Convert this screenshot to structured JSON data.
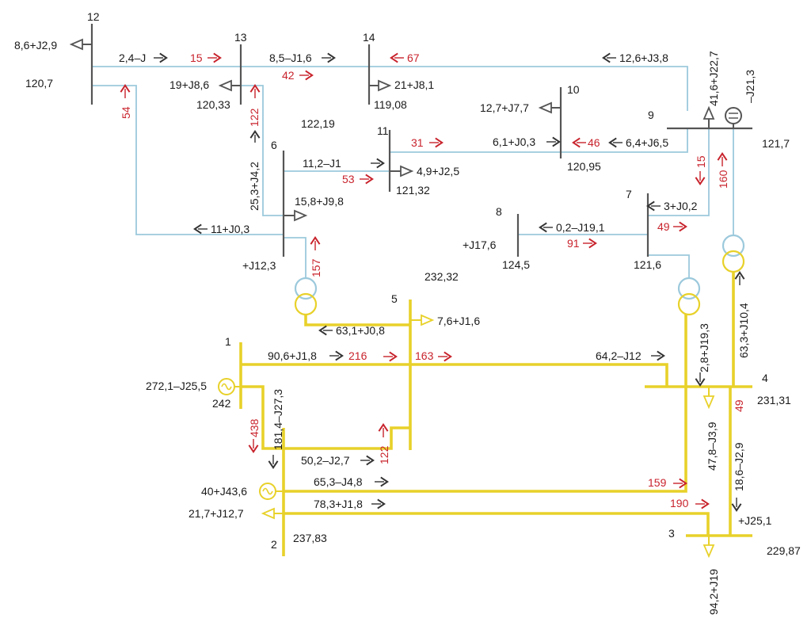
{
  "colors": {
    "hv_line": "#e8d12a",
    "lv_line": "#9cc9dc",
    "bus": "#555555",
    "current_text": "#c8232c",
    "text": "#1a1a1a"
  },
  "nodes": {
    "n1": "1",
    "n2": "2",
    "n3": "3",
    "n4": "4",
    "n5": "5",
    "n6": "6",
    "n7": "7",
    "n8": "8",
    "n9": "9",
    "n10": "10",
    "n11": "11",
    "n12": "12",
    "n13": "13",
    "n14": "14"
  },
  "voltages": {
    "v12": "120,7",
    "v13": "120,33",
    "v14": "119,08",
    "v6": "122,19",
    "v10": "120,95",
    "v9": "121,7",
    "v11": "121,32",
    "v7": "121,6",
    "v8": "124,5",
    "v5": "232,32",
    "v1": "242",
    "v4": "231,31",
    "v2": "237,83",
    "v3": "229,87"
  },
  "flows": {
    "load12": "8,6+J2,9",
    "f12_13": "2,4–J",
    "f13_14": "8,5–J1,6",
    "f9_14": "12,6+J3,8",
    "load13": "19+J8,6",
    "load14": "21+J8,1",
    "load10": "12,7+J7,7",
    "f11_10": "6,1+J0,3",
    "f9_10": "6,4+J6,5",
    "f6_11": "11,2–J1",
    "load11": "4,9+J2,5",
    "load6": "15,8+J9,8",
    "f9_7": "3+J0,2",
    "f6_12": "11+J0,3",
    "f7_8": "0,2–J19,1",
    "gen8": "+J17,6",
    "gen6": "+J12,3",
    "load5": "7,6+J1,6",
    "f5_6": "63,1+J0,8",
    "f1_4": "90,6+J1,8",
    "f5_4": "64,2–J12",
    "gen1": "272,1–J25,5",
    "f2_5": "50,2–J2,7",
    "f2_4": "65,3–J4,8",
    "gen2": "40+J43,6",
    "f2_3": "78,3+J1,8",
    "load2": "21,7+J12,7",
    "gen3": "+J25,1",
    "f13_6": "25,3+J4,2",
    "load9": "41,6+J22,7",
    "comp9": "–J21,3",
    "f1_2": "181,4–J27,3",
    "f7_4": "2,8+J19,3",
    "f9_4": "63,3+J10,4",
    "load4": "47,8–J3,9",
    "f4_3": "18,6–J2,9",
    "load3": "94,2+J19"
  },
  "currents": {
    "i12_13": "15",
    "i9_14": "67",
    "i13_14": "42",
    "i11_10": "31",
    "i9_10": "46",
    "i6_11": "53",
    "i7": "49",
    "i8_7": "91",
    "i1_5": "216",
    "i5_4": "163",
    "i2_4": "159",
    "i2_3": "190",
    "i12_6": "54",
    "i13_6": "122",
    "i9_7": "15",
    "i9_tr": "160",
    "i6_tr": "157",
    "i1_2": "438",
    "i2_5": "122",
    "i4_3": "49"
  }
}
